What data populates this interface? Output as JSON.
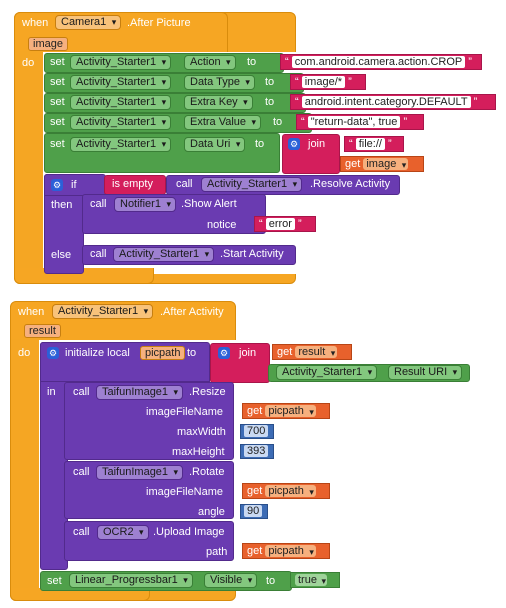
{
  "event1": {
    "when": "when",
    "component": "Camera1",
    "event_name": ".After Picture",
    "param": "image",
    "do": "do",
    "set_kw": "set",
    "to_kw": "to",
    "sets": [
      {
        "component": "Activity_Starter1",
        "prop": "Action",
        "value": "com.android.camera.action.CROP"
      },
      {
        "component": "Activity_Starter1",
        "prop": "Data Type",
        "value": "image/*"
      },
      {
        "component": "Activity_Starter1",
        "prop": "Extra Key",
        "value": "android.intent.category.DEFAULT"
      },
      {
        "component": "Activity_Starter1",
        "prop": "Extra Value",
        "value": "\"return-data\", true"
      },
      {
        "component": "Activity_Starter1",
        "prop": "Data Uri"
      }
    ],
    "join_label": "join",
    "join_str": "file://",
    "get_kw": "get",
    "get_var": "image",
    "if_kw": "if",
    "is_empty": "is empty",
    "call_kw": "call",
    "resolve_component": "Activity_Starter1",
    "resolve_method": ".Resolve Activity",
    "then_kw": "then",
    "alert_component": "Notifier1",
    "alert_method": ".Show Alert",
    "notice_label": "notice",
    "notice_value": "error",
    "else_kw": "else",
    "start_component": "Activity_Starter1",
    "start_method": ".Start Activity"
  },
  "event2": {
    "when": "when",
    "component": "Activity_Starter1",
    "event_name": ".After Activity",
    "param": "result",
    "do": "do",
    "init_label": "initialize local",
    "local_var": "picpath",
    "to_kw": "to",
    "join_label": "join",
    "get_kw": "get",
    "get_result": "result",
    "uri_component": "Activity_Starter1",
    "uri_prop": "Result URI",
    "in_kw": "in",
    "call_kw": "call",
    "resize_component": "TaifunImage1",
    "resize_method": ".Resize",
    "image_file_name": "imageFileName",
    "max_width": "maxWidth",
    "max_width_value": "700",
    "max_height": "maxHeight",
    "max_height_value": "393",
    "rotate_component": "TaifunImage1",
    "rotate_method": ".Rotate",
    "angle": "angle",
    "angle_value": "90",
    "ocr_component": "OCR2",
    "ocr_method": ".Upload Image",
    "path": "path",
    "picpath": "picpath",
    "set_kw": "set",
    "set_component": "Linear_Progressbar1",
    "set_prop": "Visible",
    "set_value": "true"
  }
}
